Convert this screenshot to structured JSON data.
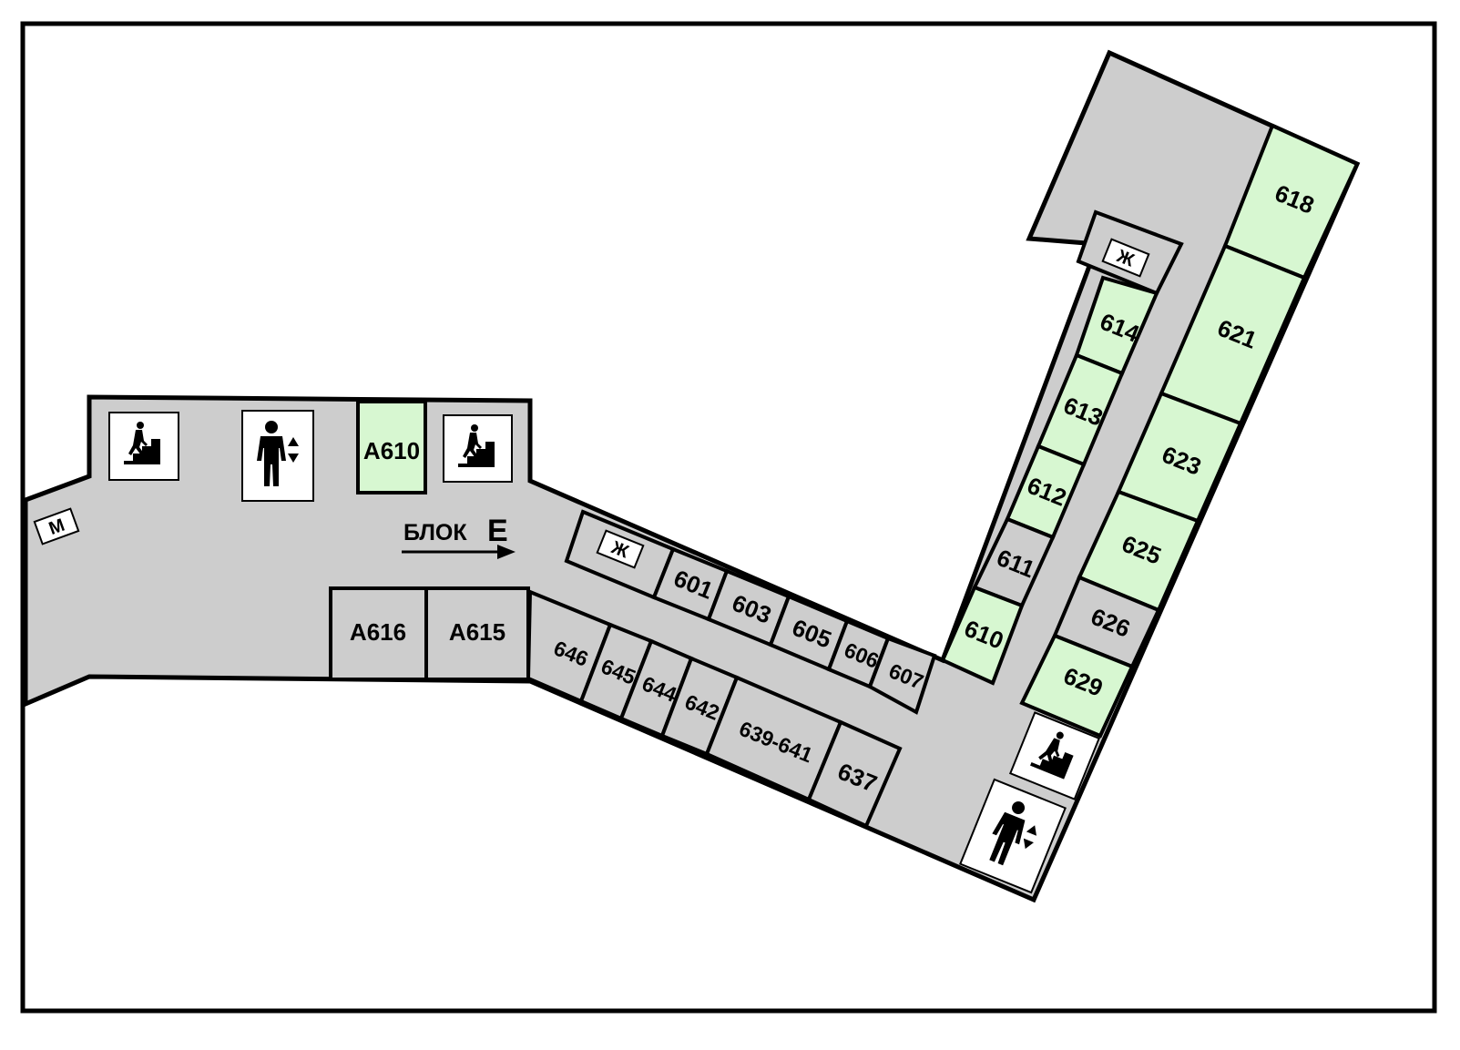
{
  "colors": {
    "corridor": "#cdcdcd",
    "room_gray": "#cdcdcd",
    "room_green": "#d7f7d1",
    "outline": "#000000"
  },
  "block": {
    "prefix": "БЛОК",
    "letter": "Е"
  },
  "toilets": {
    "male": "М",
    "female": "Ж"
  },
  "icons": {
    "stairs": "stairs-icon",
    "elevator": "elevator-icon"
  },
  "rooms": {
    "r618": "618",
    "r621": "621",
    "r623": "623",
    "r625": "625",
    "r626": "626",
    "r629": "629",
    "r614": "614",
    "r613": "613",
    "r612": "612",
    "r611": "611",
    "r610": "610",
    "r601": "601",
    "r603": "603",
    "r605": "605",
    "r606": "606",
    "r607": "607",
    "r646": "646",
    "r645": "645",
    "r644": "644",
    "r642": "642",
    "r639": "639-641",
    "r637": "637",
    "a610": "A610",
    "a616": "A616",
    "a615": "A615"
  }
}
